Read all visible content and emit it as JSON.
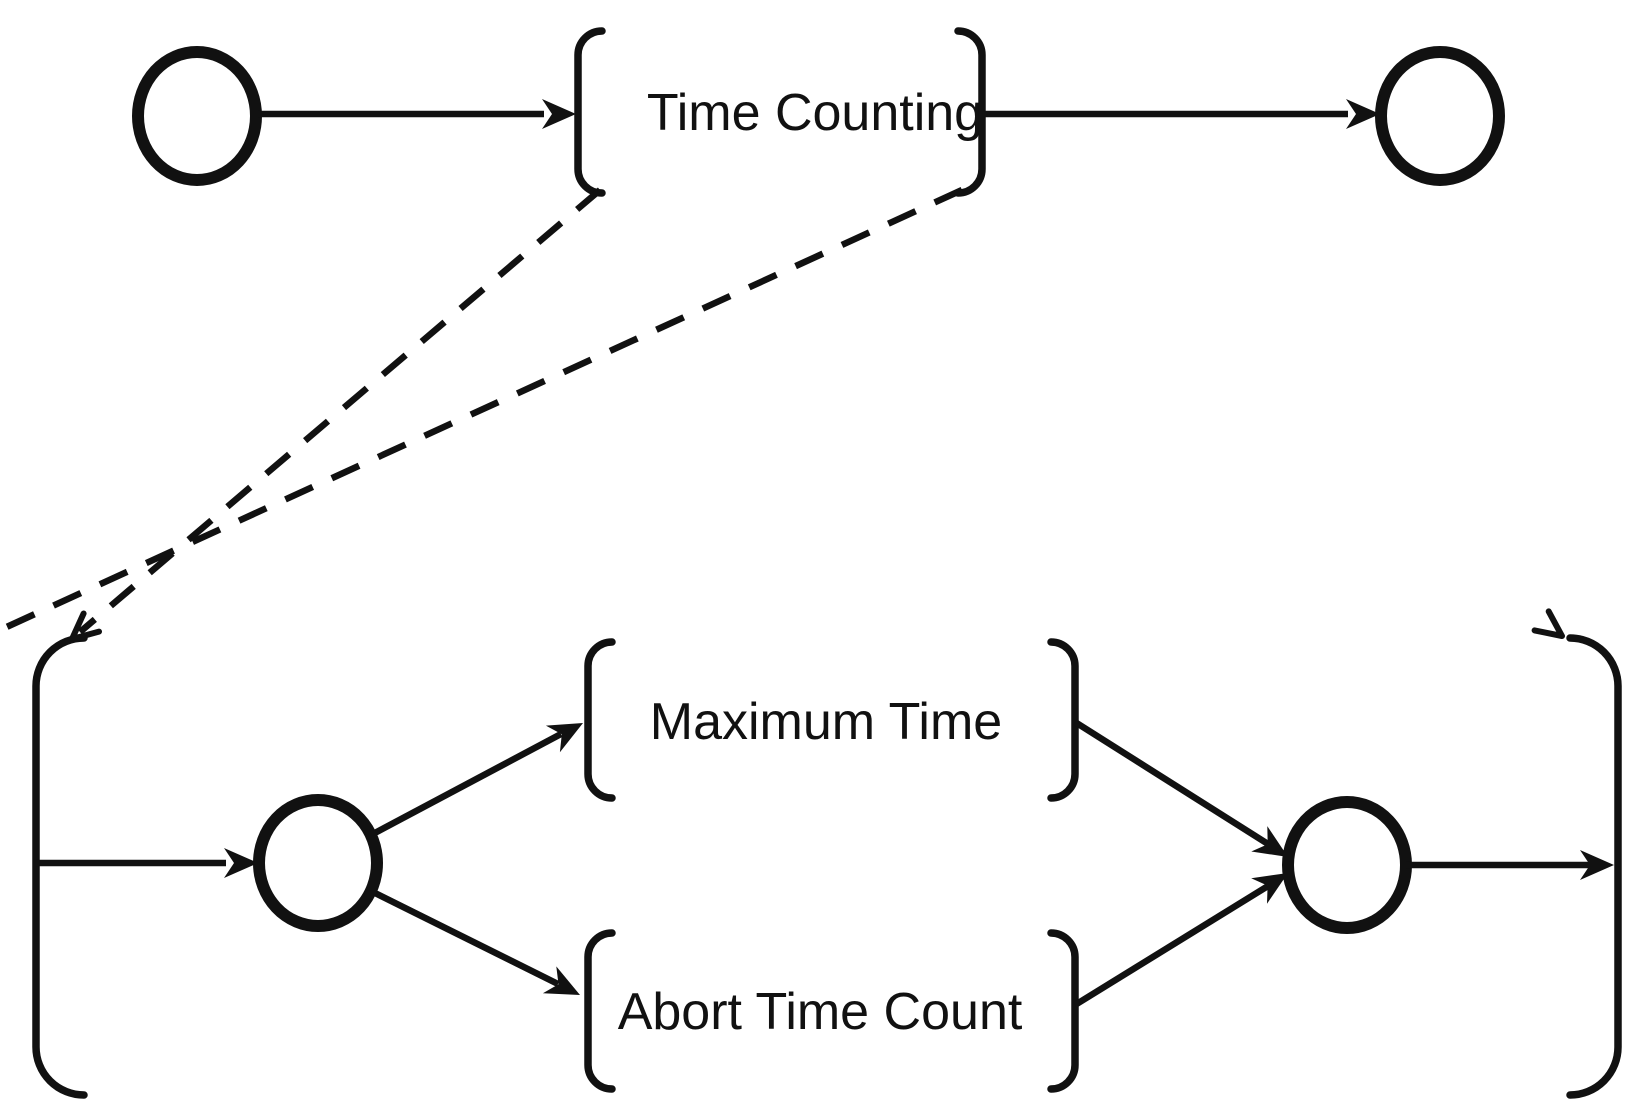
{
  "diagram": {
    "type": "hierarchical-task-decomposition",
    "labels": {
      "main_task": "Time Counting",
      "subtask_top": "Maximum Time",
      "subtask_bottom": "Abort Time Count"
    },
    "structure": {
      "top_flow": [
        "start-event",
        "Time Counting",
        "end-event"
      ],
      "expansion": "Time Counting task brackets connect via dashed arrows to an expanded sub-diagram below",
      "sub_flow": [
        "entry",
        "split-junction",
        [
          "Maximum Time",
          "Abort Time Count"
        ],
        "join-junction",
        "exit"
      ]
    },
    "colors": {
      "ink": "#111111",
      "background": "#ffffff"
    }
  }
}
